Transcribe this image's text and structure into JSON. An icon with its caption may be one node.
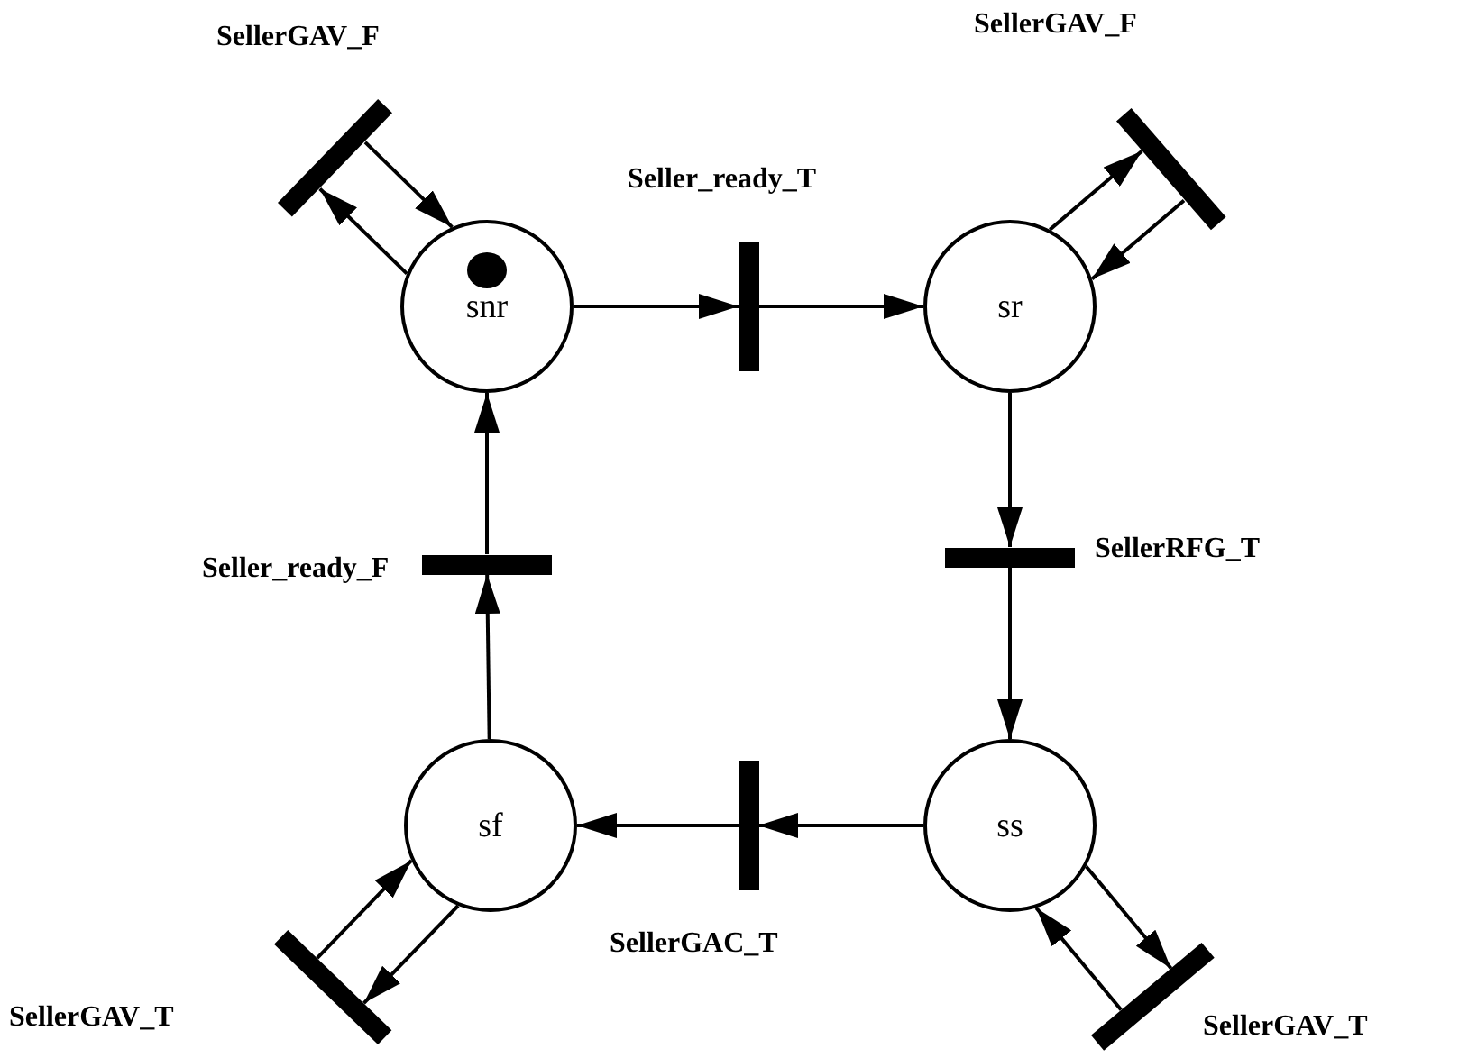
{
  "diagram": {
    "nodes": [
      {
        "text": [],
        "shape": "bar",
        "beside": [
          "SellerGAV_F"
        ]
      },
      {
        "text": [],
        "shape": "bar",
        "beside": [
          "SellerGAV_F"
        ]
      },
      {
        "text": [],
        "shape": "bar",
        "beside": [
          "Seller_ready_T"
        ]
      },
      {
        "text": [
          "snr"
        ]
      },
      {
        "text": [
          "sr"
        ]
      },
      {
        "text": [],
        "shape": "bar",
        "beside": [
          "Seller_ready_F"
        ]
      },
      {
        "text": [],
        "shape": "bar",
        "beside": [
          "SellerRFG_T"
        ]
      },
      {
        "text": [
          "sf"
        ]
      },
      {
        "text": [],
        "shape": "bar",
        "beside": [
          "SellerGAC_T"
        ]
      },
      {
        "text": [
          "ss"
        ]
      },
      {
        "text": [],
        "shape": "bar",
        "beside": [
          "SellerGAV_T"
        ]
      },
      {
        "text": [],
        "shape": "bar",
        "beside": [
          "SellerGAV_T"
        ]
      }
    ],
    "edges": [
      {
        "from": 0,
        "to": 3,
        "arrow": "to"
      },
      {
        "from": 3,
        "to": 0,
        "arrow": "to"
      },
      {
        "from": 3,
        "to": 2,
        "arrow": "to"
      },
      {
        "from": 2,
        "to": 4,
        "arrow": "to"
      },
      {
        "from": 4,
        "to": 1,
        "arrow": "to"
      },
      {
        "from": 1,
        "to": 4,
        "arrow": "to"
      },
      {
        "from": 4,
        "to": 6,
        "arrow": "to"
      },
      {
        "from": 6,
        "to": 9,
        "arrow": "to"
      },
      {
        "from": 9,
        "to": 11,
        "arrow": "to"
      },
      {
        "from": 11,
        "to": 9,
        "arrow": "to"
      },
      {
        "from": 9,
        "to": 8,
        "arrow": "to"
      },
      {
        "from": 8,
        "to": 7,
        "arrow": "to"
      },
      {
        "from": 7,
        "to": 10,
        "arrow": "to"
      },
      {
        "from": 10,
        "to": 7,
        "arrow": "to"
      },
      {
        "from": 7,
        "to": 5,
        "arrow": "to"
      },
      {
        "from": 5,
        "to": 3,
        "arrow": "to"
      }
    ]
  }
}
